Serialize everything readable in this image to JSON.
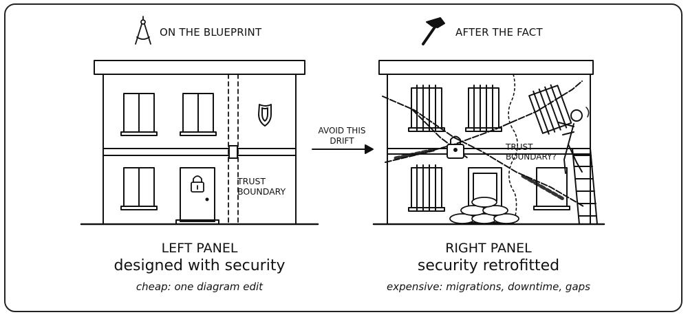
{
  "left_panel": {
    "header": "ON THE BLUEPRINT",
    "boundary_label": [
      "TRUST",
      "BOUNDARY"
    ],
    "title": "LEFT PANEL",
    "subtitle": "designed with security",
    "caption": "cheap: one diagram edit"
  },
  "arrow": {
    "label": [
      "AVOID THIS",
      "DRIFT"
    ]
  },
  "right_panel": {
    "header": "AFTER THE FACT",
    "boundary_label": [
      "TRUST",
      "BOUNDARY?"
    ],
    "title": "RIGHT PANEL",
    "subtitle": "security retrofitted",
    "caption": "expensive: migrations, downtime, gaps"
  },
  "icons": [
    "compass-icon",
    "hammer-icon",
    "shield-icon",
    "padlock-icon",
    "chain-icon",
    "sandbag-icon",
    "ladder-icon"
  ]
}
